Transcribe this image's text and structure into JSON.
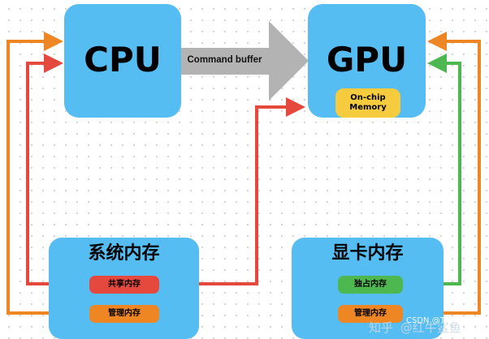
{
  "cpu": {
    "label": "CPU"
  },
  "gpu": {
    "label": "GPU",
    "memory_label": "On-chip Memory"
  },
  "command_buffer": {
    "label": "Command buffer"
  },
  "system_memory": {
    "title": "系统内存",
    "shared": "共享内存",
    "managed": "管理内存"
  },
  "video_memory": {
    "title": "显卡内存",
    "private": "独占内存",
    "managed": "管理内存"
  },
  "watermark": {
    "site": "知乎",
    "handle": "@红牛鲨鱼",
    "csdn": "CSDN @Tadas-Gao"
  },
  "colors": {
    "box_blue": "#55bdf2",
    "shared_red": "#e5493e",
    "managed_orange": "#ed8623",
    "private_green": "#4cb84f",
    "onchip_yellow": "#f6cc3e",
    "command_gray": "#b3b3b3"
  }
}
